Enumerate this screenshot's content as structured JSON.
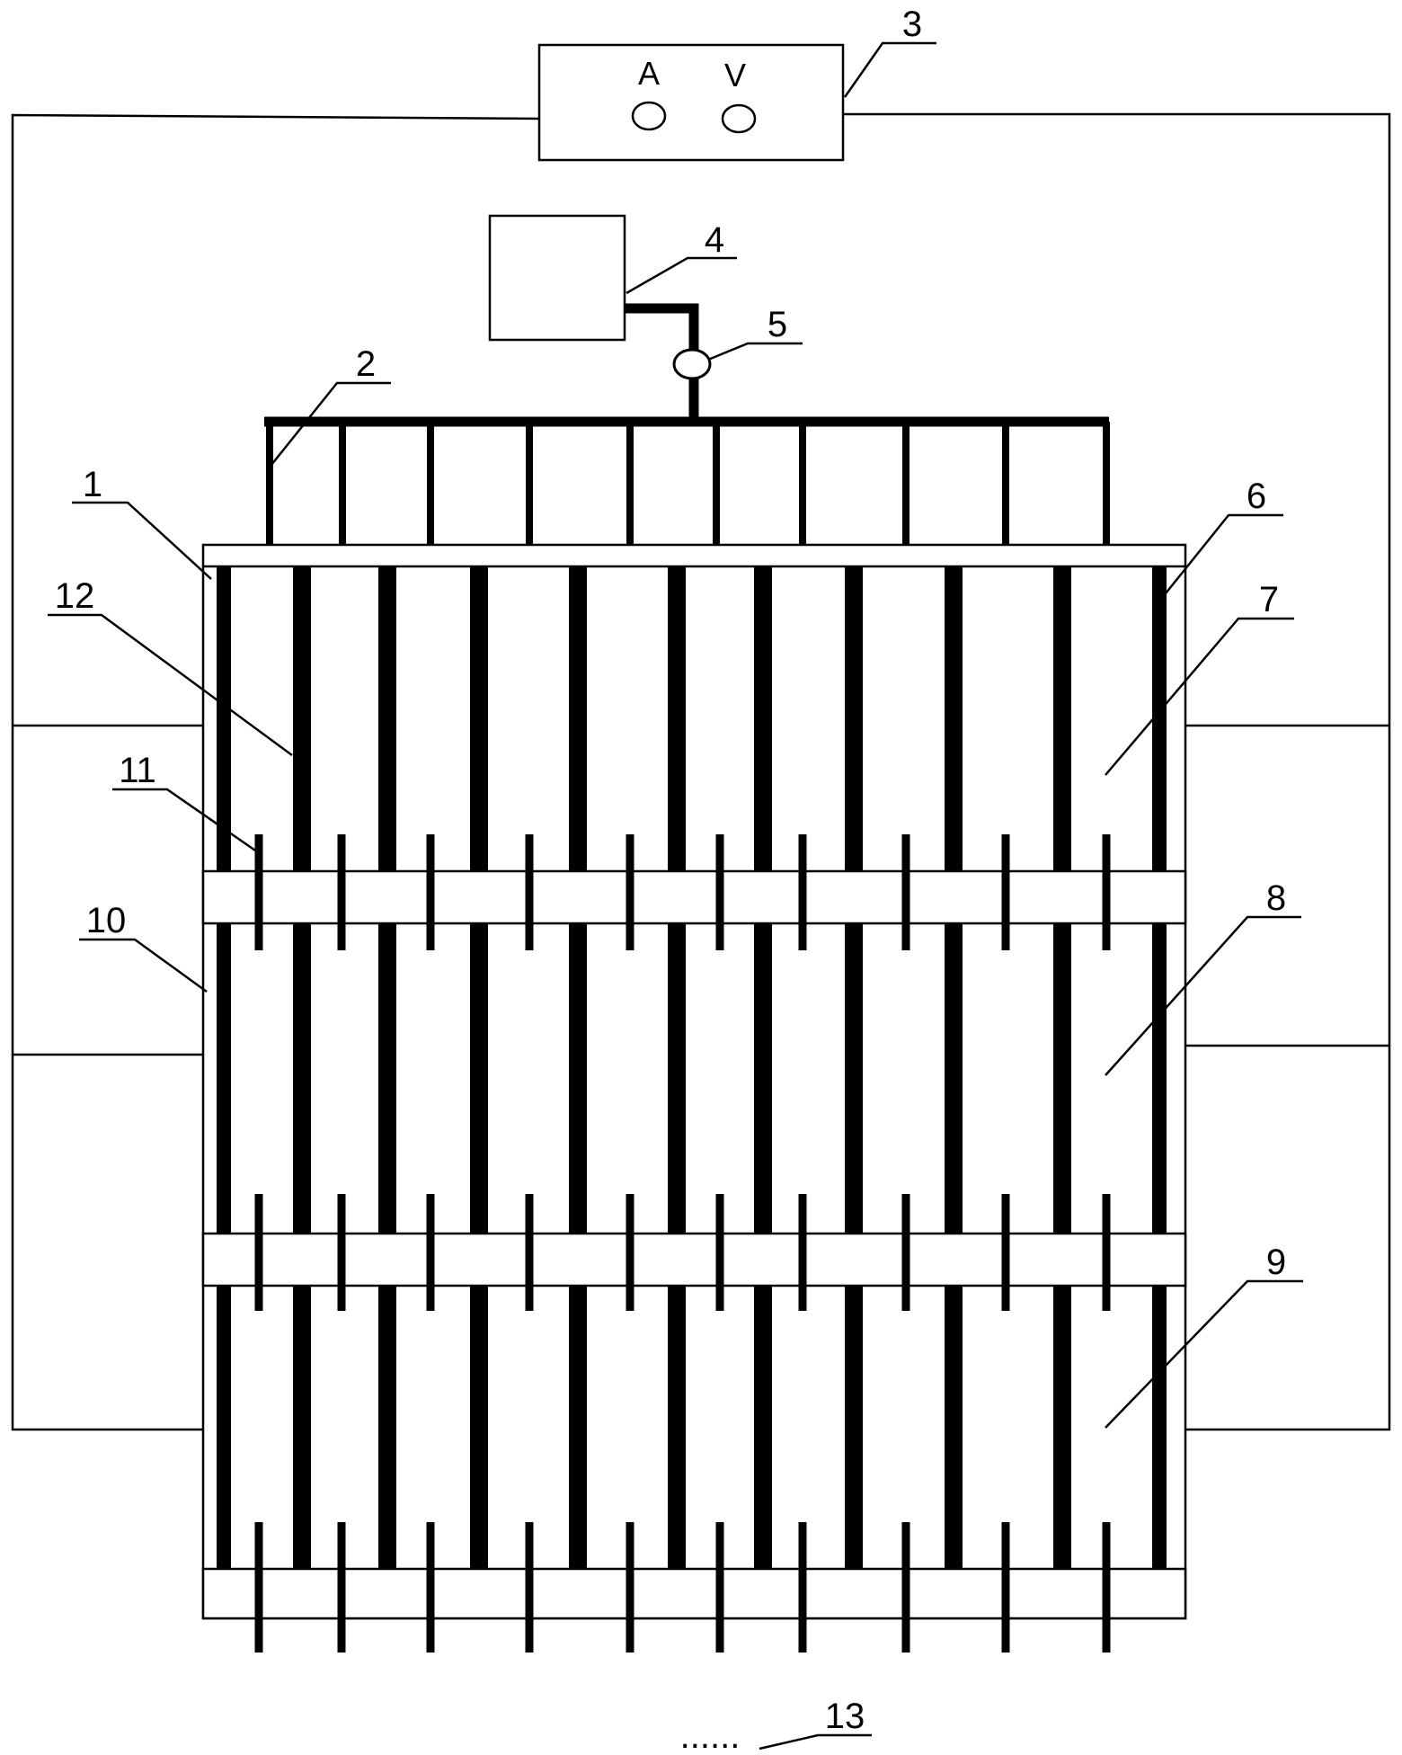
{
  "meter_box": {
    "letters": [
      "A",
      "V"
    ]
  },
  "callouts": [
    "1",
    "2",
    "3",
    "4",
    "5",
    "6",
    "7",
    "8",
    "9",
    "10",
    "11",
    "12",
    "13"
  ],
  "dots": "......",
  "colors": {
    "ink": "#000000",
    "paper": "#ffffff"
  }
}
